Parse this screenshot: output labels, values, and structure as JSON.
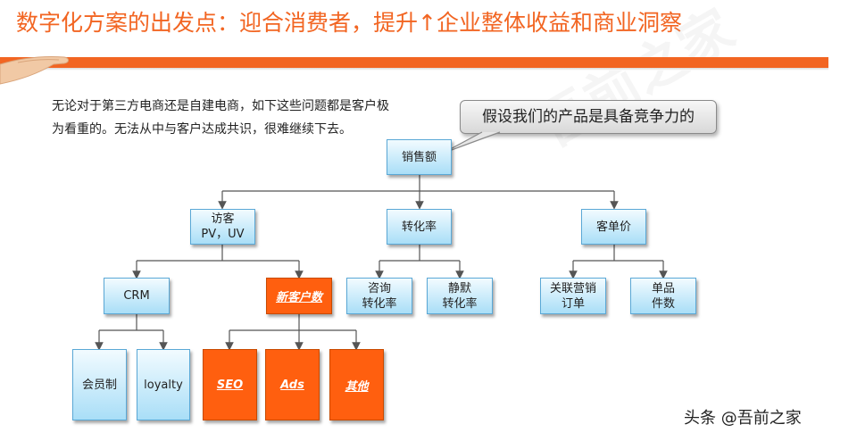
{
  "title": "数字化方案的出发点：迎合消费者，提升↑企业整体收益和商业洞察",
  "description": "无论对于第三方电商还是自建电商，如下这些问题都是客户极为看重的。无法从中与客户达成共识，很难继续下去。",
  "callout": "假设我们的产品是具备竞争力的",
  "watermark": "吾前之家",
  "tree": {
    "root": "销售额",
    "visitors": {
      "line1": "访客",
      "line2": "PV，UV"
    },
    "conversion": "转化率",
    "unit_price": "客单价",
    "crm": "CRM",
    "new_customers": "新客户数",
    "consult_conv": {
      "line1": "咨询",
      "line2": "转化率"
    },
    "silent_conv": {
      "line1": "静默",
      "line2": "转化率"
    },
    "related_orders": {
      "line1": "关联营销",
      "line2": "订单"
    },
    "items_per_order": {
      "line1": "单品",
      "line2": "件数"
    },
    "membership": "会员制",
    "loyalty": "loyalty",
    "seo": "SEO",
    "ads": "Ads",
    "other": "其他"
  },
  "footer": {
    "brand": "头条 @吾前之家"
  },
  "colors": {
    "accent": "#f26522",
    "box_orange": "#ff5f0f",
    "box_blue": "#a9def7"
  }
}
